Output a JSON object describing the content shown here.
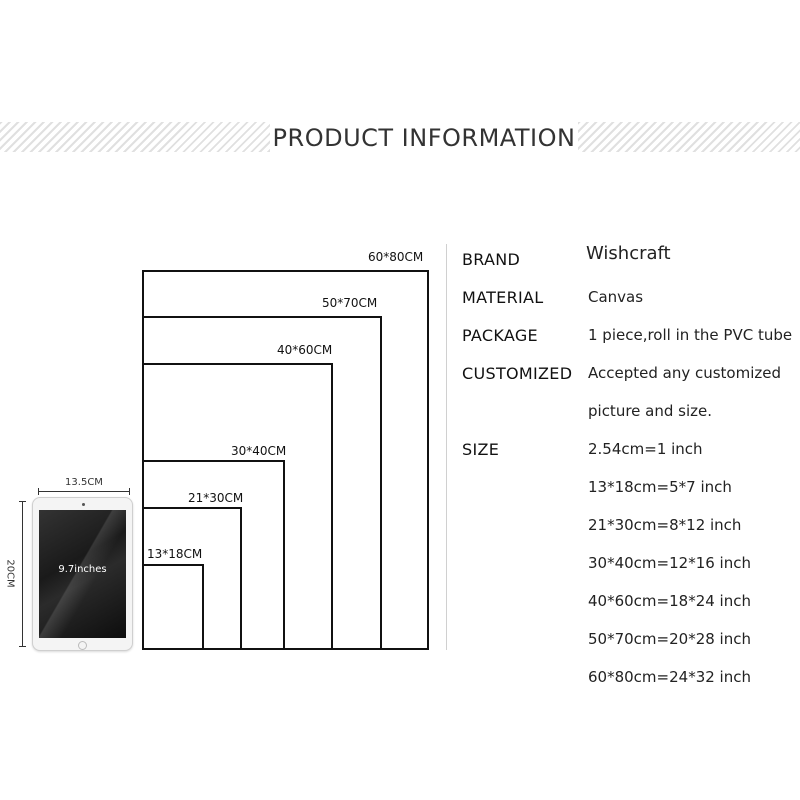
{
  "header": {
    "title": "PRODUCT INFORMATION"
  },
  "tablet": {
    "width_label": "13.5CM",
    "height_label": "20CM",
    "screen_label": "9.7inches"
  },
  "sizes": [
    {
      "label": "60*80CM"
    },
    {
      "label": "50*70CM"
    },
    {
      "label": "40*60CM"
    },
    {
      "label": "30*40CM"
    },
    {
      "label": "21*30CM"
    },
    {
      "label": "13*18CM"
    }
  ],
  "info": {
    "brand": {
      "label": "BRAND",
      "value": "Wishcraft"
    },
    "material": {
      "label": "MATERIAL",
      "value": "Canvas"
    },
    "package": {
      "label": "PACKAGE",
      "value": "1 piece,roll in the PVC tube"
    },
    "customized": {
      "label": "CUSTOMIZED",
      "value_line1": "Accepted any customized",
      "value_line2": "picture and size."
    },
    "size": {
      "label": "SIZE",
      "values": [
        "2.54cm=1 inch",
        "13*18cm=5*7 inch",
        "21*30cm=8*12 inch",
        "30*40cm=12*16 inch",
        "40*60cm=18*24 inch",
        "50*70cm=20*28 inch",
        "60*80cm=24*32 inch"
      ]
    }
  }
}
